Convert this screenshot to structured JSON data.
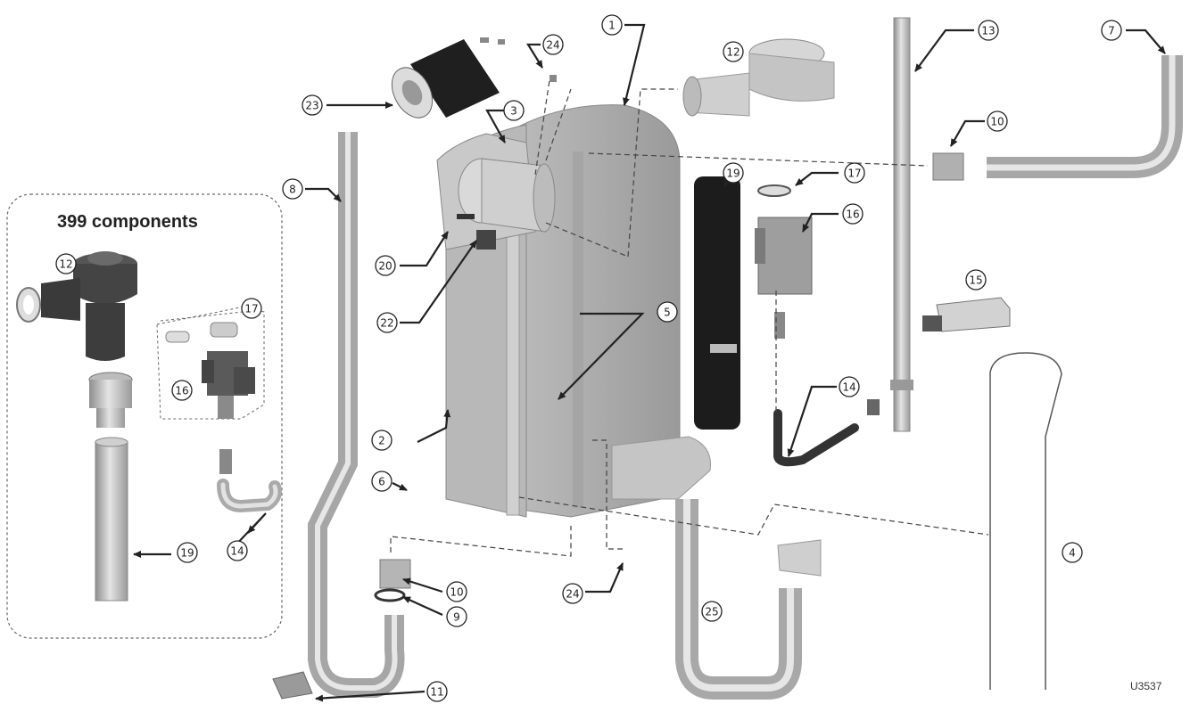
{
  "inset": {
    "title": "399 components"
  },
  "doc_id": "U3537",
  "colors": {
    "ink": "#222222",
    "part_light": "#d9d9d9",
    "part_mid": "#a9a9a9",
    "part_dark": "#555555",
    "black_part": "#1c1c1c"
  },
  "callouts": [
    {
      "name": "callout-1",
      "label": "1"
    },
    {
      "name": "callout-2",
      "label": "2"
    },
    {
      "name": "callout-3",
      "label": "3"
    },
    {
      "name": "callout-4",
      "label": "4"
    },
    {
      "name": "callout-5",
      "label": "5"
    },
    {
      "name": "callout-6",
      "label": "6"
    },
    {
      "name": "callout-7",
      "label": "7"
    },
    {
      "name": "callout-8",
      "label": "8"
    },
    {
      "name": "callout-9",
      "label": "9"
    },
    {
      "name": "callout-10-top",
      "label": "10"
    },
    {
      "name": "callout-10-bottom",
      "label": "10"
    },
    {
      "name": "callout-11",
      "label": "11"
    },
    {
      "name": "callout-12-top",
      "label": "12"
    },
    {
      "name": "callout-12-inset",
      "label": "12"
    },
    {
      "name": "callout-13",
      "label": "13"
    },
    {
      "name": "callout-14-main",
      "label": "14"
    },
    {
      "name": "callout-14-inset",
      "label": "14"
    },
    {
      "name": "callout-15",
      "label": "15"
    },
    {
      "name": "callout-16-main",
      "label": "16"
    },
    {
      "name": "callout-16-inset",
      "label": "16"
    },
    {
      "name": "callout-17-main",
      "label": "17"
    },
    {
      "name": "callout-17-inset",
      "label": "17"
    },
    {
      "name": "callout-19-main",
      "label": "19"
    },
    {
      "name": "callout-19-inset",
      "label": "19"
    },
    {
      "name": "callout-20",
      "label": "20"
    },
    {
      "name": "callout-22",
      "label": "22"
    },
    {
      "name": "callout-23",
      "label": "23"
    },
    {
      "name": "callout-24-top",
      "label": "24"
    },
    {
      "name": "callout-24-bottom",
      "label": "24"
    },
    {
      "name": "callout-25",
      "label": "25"
    }
  ]
}
